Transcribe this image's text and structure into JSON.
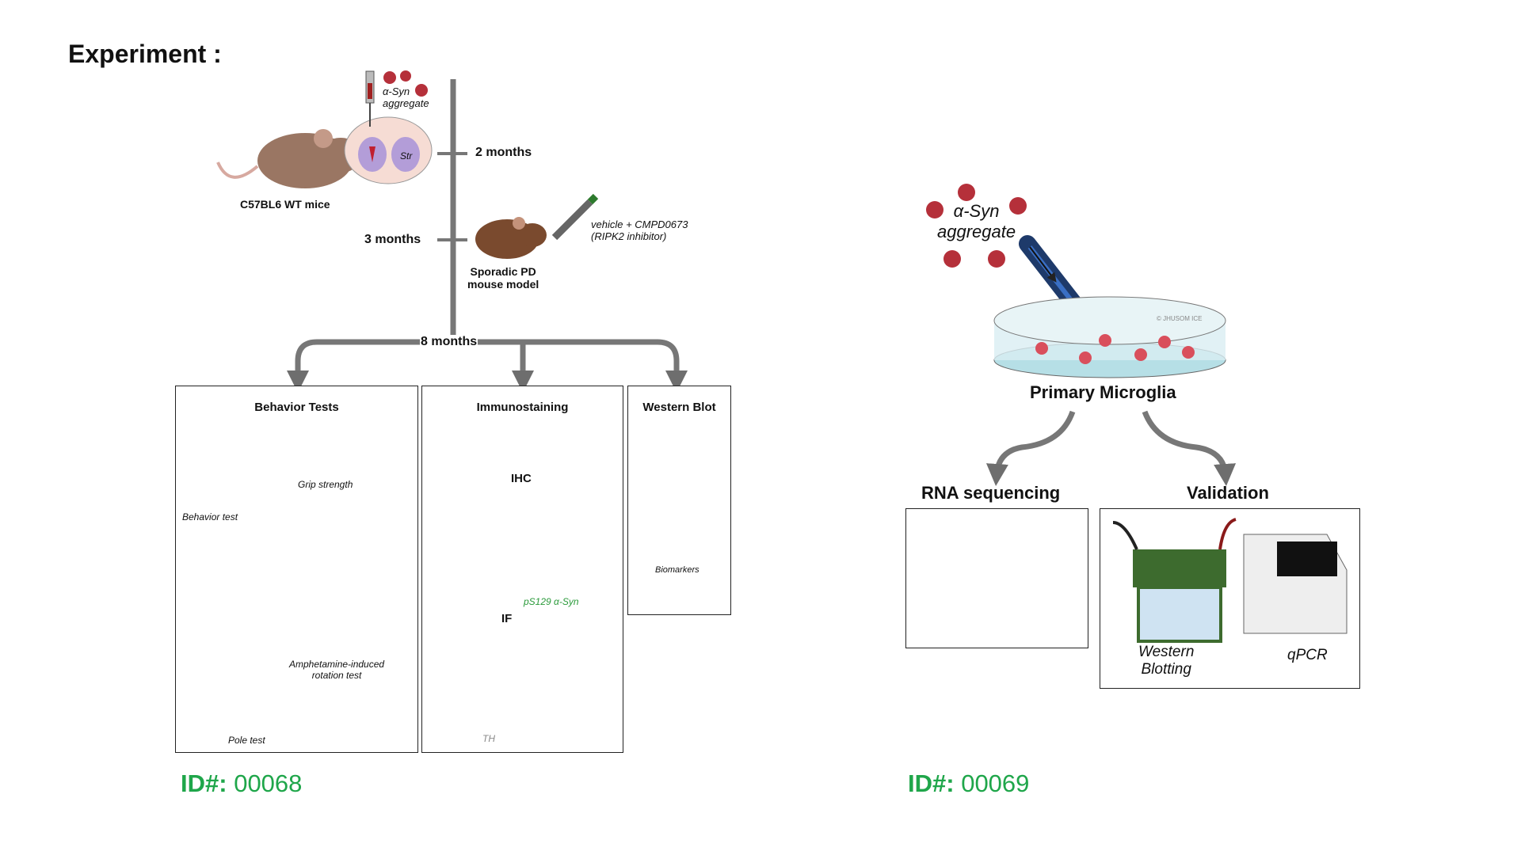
{
  "heading": "Experiment :",
  "left": {
    "injection_label": "α-Syn\naggregate",
    "str_label": "Str",
    "mice_label": "C57BL6 WT mice",
    "time_2": "2 months",
    "time_3": "3 months",
    "time_8": "8 months",
    "treatment_label": "vehicle + CMPD0673\n(RIPK2 inhibitor)",
    "model_label": "Sporadic PD\nmouse model",
    "behavior": {
      "title": "Behavior Tests",
      "grip": "Grip strength",
      "behavior_test": "Behavior test",
      "rotation": "Amphetamine-induced\nrotation test",
      "pole": "Pole test"
    },
    "immuno": {
      "title": "Immunostaining",
      "ihc": "IHC",
      "ps129": "pS129 α-Syn",
      "if": "IF",
      "th": "TH"
    },
    "western": {
      "title": "Western Blot",
      "biomarkers": "Biomarkers"
    },
    "id_prefix": "ID#:",
    "id_number": "00068"
  },
  "right": {
    "aggregate_label": "α-Syn\naggregate",
    "watermark": "© JHUSOM ICE",
    "microglia_label": "Primary Microglia",
    "rna_label": "RNA sequencing",
    "validation_label": "Validation",
    "western_label": "Western\nBlotting",
    "qpcr_label": "qPCR",
    "id_prefix": "ID#:",
    "id_number": "00069"
  },
  "colors": {
    "id_green": "#1fa64a",
    "arrow_gray": "#6e6e6e",
    "mouse_brown": "#7a4a2e",
    "syn_red": "#b5303a",
    "gel_green": "#3d6b2e"
  }
}
